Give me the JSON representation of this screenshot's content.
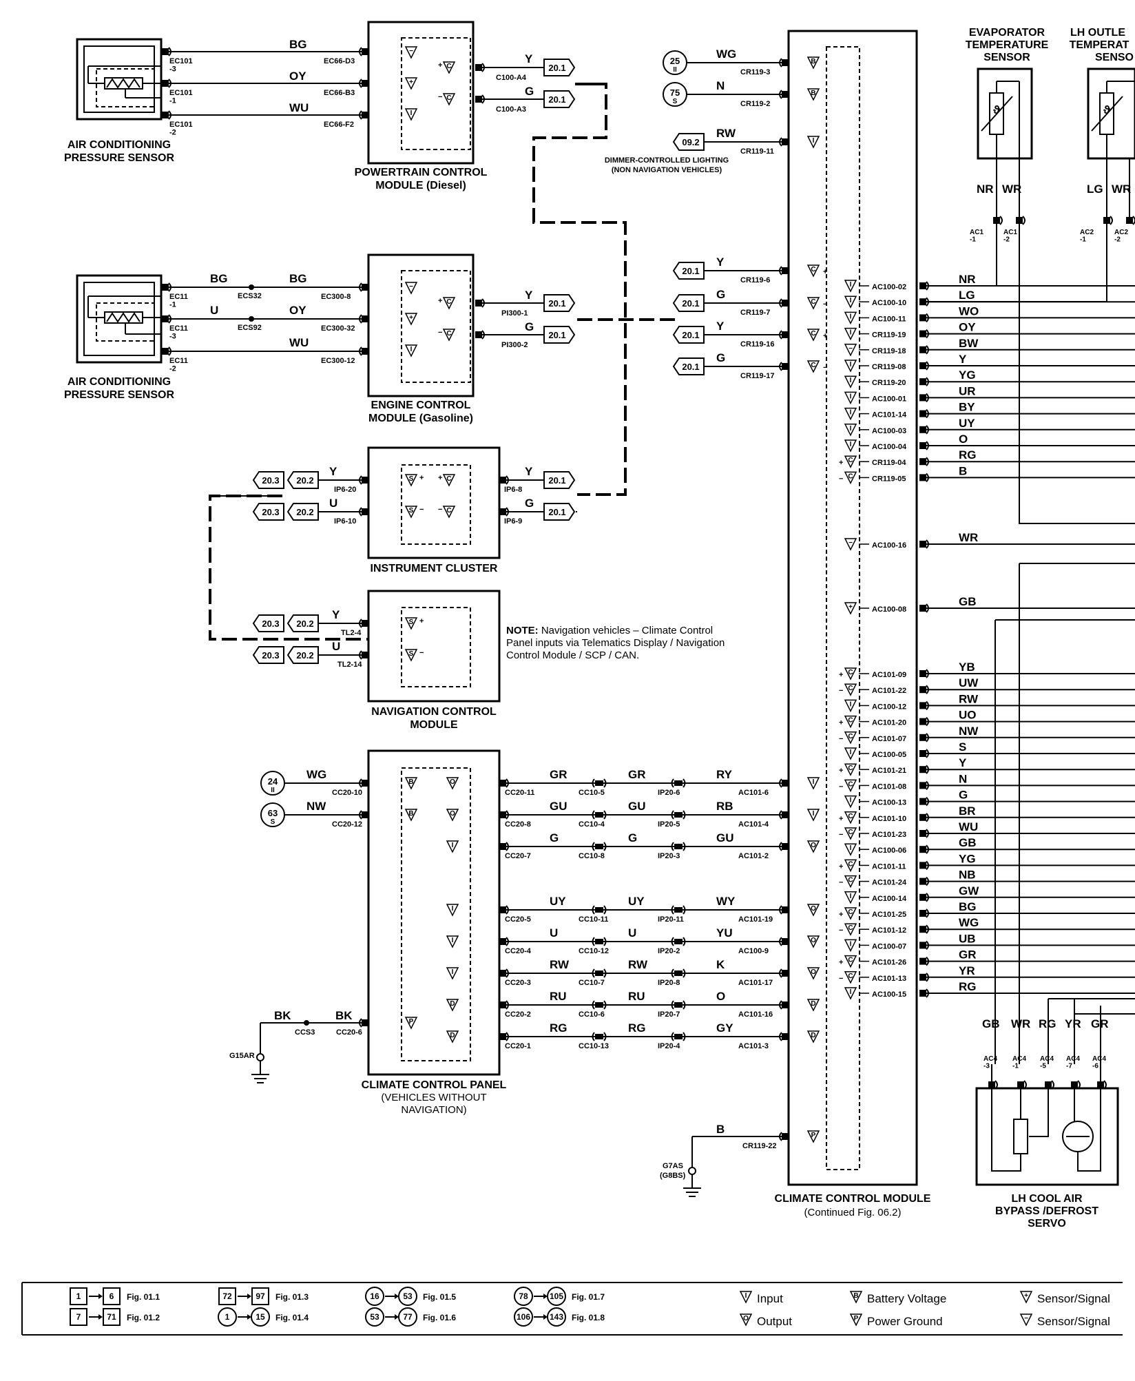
{
  "modules": {
    "ac_sensor_1": {
      "title": "AIR CONDITIONING",
      "title2": "PRESSURE SENSOR",
      "pins": [
        "EC101\n-3",
        "EC101\n-1",
        "EC101\n-2"
      ]
    },
    "ac_sensor_2": {
      "title": "AIR CONDITIONING",
      "title2": "PRESSURE SENSOR",
      "pins": [
        "EC11\n-1",
        "EC11\n-3",
        "EC11\n-2"
      ]
    },
    "pcm": {
      "title": "POWERTRAIN CONTROL",
      "title2": "MODULE (Diesel)"
    },
    "ecm": {
      "title": "ENGINE CONTROL",
      "title2": "MODULE (Gasoline)"
    },
    "cluster": {
      "title": "INSTRUMENT CLUSTER"
    },
    "nav": {
      "title": "NAVIGATION CONTROL",
      "title2": "MODULE"
    },
    "ccp": {
      "title": "CLIMATE CONTROL PANEL",
      "title2": "(VEHICLES WITHOUT",
      "title3": "NAVIGATION)"
    },
    "ccm": {
      "title": "CLIMATE CONTROL MODULE",
      "title2": "(Continued Fig. 06.2)"
    },
    "evap": {
      "title": "EVAPORATOR",
      "title2": "TEMPERATURE",
      "title3": "SENSOR"
    },
    "lh_outlet": {
      "title": "LH OUTLE",
      "title2": "TEMPERAT",
      "title3": "SENSO"
    },
    "servo": {
      "title": "LH COOL AIR",
      "title2": "BYPASS /DEFROST",
      "title3": "SERVO"
    }
  },
  "note": {
    "bold": "NOTE:",
    "line1": " Navigation vehicles – Climate Control",
    "line2": "Panel inputs via Telematics Display / Navigation",
    "line3": "Control Module / SCP / CAN."
  },
  "dimmer_note": {
    "line1": "DIMMER-CONTROLLED LIGHTING",
    "line2": "(NON NAVIGATION VEHICLES)"
  },
  "ccm_right_pins": [
    {
      "pin": "AC100-02",
      "wire": "NR"
    },
    {
      "pin": "AC100-10",
      "wire": "LG"
    },
    {
      "pin": "AC100-11",
      "wire": "WO"
    },
    {
      "pin": "CR119-19",
      "wire": "OY"
    },
    {
      "pin": "CR119-18",
      "wire": "BW"
    },
    {
      "pin": "CR119-08",
      "wire": "Y"
    },
    {
      "pin": "CR119-20",
      "wire": "YG"
    },
    {
      "pin": "AC100-01",
      "wire": "UR"
    },
    {
      "pin": "AC101-14",
      "wire": "BY"
    },
    {
      "pin": "AC100-03",
      "wire": "UY"
    },
    {
      "pin": "AC100-04",
      "wire": "O"
    },
    {
      "pin": "CR119-04",
      "wire": "RG"
    },
    {
      "pin": "CR119-05",
      "wire": "B"
    },
    {
      "pin": "AC100-16",
      "wire": "WR"
    },
    {
      "pin": "AC100-08",
      "wire": "GB"
    },
    {
      "pin": "AC101-09",
      "wire": "YB"
    },
    {
      "pin": "AC101-22",
      "wire": "UW"
    },
    {
      "pin": "AC100-12",
      "wire": "RW"
    },
    {
      "pin": "AC101-20",
      "wire": "UO"
    },
    {
      "pin": "AC101-07",
      "wire": "NW"
    },
    {
      "pin": "AC100-05",
      "wire": "S"
    },
    {
      "pin": "AC101-21",
      "wire": "Y"
    },
    {
      "pin": "AC101-08",
      "wire": "N"
    },
    {
      "pin": "AC100-13",
      "wire": "G"
    },
    {
      "pin": "AC101-10",
      "wire": "BR"
    },
    {
      "pin": "AC101-23",
      "wire": "WU"
    },
    {
      "pin": "AC100-06",
      "wire": "GB"
    },
    {
      "pin": "AC101-11",
      "wire": "YG"
    },
    {
      "pin": "AC101-24",
      "wire": "NB"
    },
    {
      "pin": "AC100-14",
      "wire": "GW"
    },
    {
      "pin": "AC101-25",
      "wire": "BG"
    },
    {
      "pin": "AC101-12",
      "wire": "WG"
    },
    {
      "pin": "AC100-07",
      "wire": "UB"
    },
    {
      "pin": "AC101-26",
      "wire": "GR"
    },
    {
      "pin": "AC101-13",
      "wire": "YR"
    },
    {
      "pin": "AC100-15",
      "wire": "RG"
    }
  ],
  "ccm_left_pins": [
    {
      "pin": "CR119-3",
      "wire": "WG",
      "ref": "25",
      "refsub": "II"
    },
    {
      "pin": "CR119-2",
      "wire": "N",
      "ref": "75",
      "refsub": "S"
    },
    {
      "pin": "CR119-11",
      "wire": "RW",
      "ref": "09.2"
    },
    {
      "pin": "CR119-6",
      "wire": "Y",
      "ref": "20.1"
    },
    {
      "pin": "CR119-7",
      "wire": "G",
      "ref": "20.1"
    },
    {
      "pin": "CR119-16",
      "wire": "Y",
      "ref": "20.1"
    },
    {
      "pin": "CR119-17",
      "wire": "G",
      "ref": "20.1"
    },
    {
      "pin": "CR119-22",
      "wire": "B"
    }
  ],
  "ccp_rows": [
    {
      "p1": "CC20-11",
      "w1": "GR",
      "p2": "CC10-5",
      "w2": "GR",
      "p3": "IP20-6",
      "w3": "RY",
      "p4": "AC101-6"
    },
    {
      "p1": "CC20-8",
      "w1": "GU",
      "p2": "CC10-4",
      "w2": "GU",
      "p3": "IP20-5",
      "w3": "RB",
      "p4": "AC101-4"
    },
    {
      "p1": "CC20-7",
      "w1": "G",
      "p2": "CC10-8",
      "w2": "G",
      "p3": "IP20-3",
      "w3": "GU",
      "p4": "AC101-2"
    },
    {
      "p1": "CC20-5",
      "w1": "UY",
      "p2": "CC10-11",
      "w2": "UY",
      "p3": "IP20-11",
      "w3": "WY",
      "p4": "AC101-19"
    },
    {
      "p1": "CC20-4",
      "w1": "U",
      "p2": "CC10-12",
      "w2": "U",
      "p3": "IP20-2",
      "w3": "YU",
      "p4": "AC100-9"
    },
    {
      "p1": "CC20-3",
      "w1": "RW",
      "p2": "CC10-7",
      "w2": "RW",
      "p3": "IP20-8",
      "w3": "K",
      "p4": "AC101-17"
    },
    {
      "p1": "CC20-2",
      "w1": "RU",
      "p2": "CC10-6",
      "w2": "RU",
      "p3": "IP20-7",
      "w3": "O",
      "p4": "AC101-16"
    },
    {
      "p1": "CC20-1",
      "w1": "RG",
      "p2": "CC10-13",
      "w2": "RG",
      "p3": "IP20-4",
      "w3": "GY",
      "p4": "AC101-3"
    }
  ],
  "ccp_left": [
    {
      "ref": "24",
      "refsub": "II",
      "wire": "WG",
      "pin": "CC20-10"
    },
    {
      "ref": "63",
      "refsub": "S",
      "wire": "NW",
      "pin": "CC20-12"
    }
  ],
  "ccp_ground": {
    "w1": "BK",
    "splice": "CCS3",
    "w2": "BK",
    "pin": "CC20-6",
    "gnd": "G15AR"
  },
  "ccm_ground": {
    "gnd1": "G7AS",
    "gnd2": "(G8BS)"
  },
  "pcm_wires": {
    "w1": "BG",
    "w2": "OY",
    "w3": "WU",
    "p1": "EC66-D3",
    "p2": "EC66-B3",
    "p3": "EC66-F2",
    "o1": "Y",
    "o2": "G",
    "op1": "C100-A4",
    "op2": "C100-A3",
    "ref": "20.1"
  },
  "ecm_wires": {
    "w1a": "BG",
    "s1": "ECS32",
    "w1b": "BG",
    "w2a": "U",
    "s2": "ECS92",
    "w2b": "OY",
    "w3": "WU",
    "p1": "EC300-8",
    "p2": "EC300-32",
    "p3": "EC300-12",
    "o1": "Y",
    "o2": "G",
    "op1": "PI300-1",
    "op2": "PI300-2",
    "ref": "20.1"
  },
  "cluster_wires": {
    "w1": "Y",
    "w2": "U",
    "p1": "IP6-20",
    "p2": "IP6-10",
    "o1": "Y",
    "o2": "G",
    "op1": "IP6-8",
    "op2": "IP6-9",
    "refA": "20.3",
    "refB": "20.2",
    "ref": "20.1"
  },
  "nav_wires": {
    "w1": "Y",
    "w2": "U",
    "p1": "TL2-4",
    "p2": "TL2-14",
    "refA": "20.3",
    "refB": "20.2"
  },
  "evap_wires": {
    "w1": "NR",
    "w2": "WR",
    "p1": "AC1\n-1",
    "p2": "AC1\n-2"
  },
  "lh_wires": {
    "w1": "LG",
    "w2": "WR",
    "p1": "AC2\n-1",
    "p2": "AC2\n-2"
  },
  "servo_wires": [
    {
      "w": "GB",
      "p": "AC4\n-3"
    },
    {
      "w": "WR",
      "p": "AC4\n-1"
    },
    {
      "w": "RG",
      "p": "AC4\n-5"
    },
    {
      "w": "YR",
      "p": "AC4\n-7"
    },
    {
      "w": "GR",
      "p": "AC4\n-6"
    }
  ],
  "legend": {
    "refs": [
      {
        "a": "1",
        "b": "6",
        "fig": "Fig. 01.1"
      },
      {
        "a": "7",
        "b": "71",
        "fig": "Fig. 01.2"
      },
      {
        "a": "72",
        "b": "97",
        "fig": "Fig. 01.3"
      },
      {
        "a": "1",
        "b": "15",
        "fig": "Fig. 01.4"
      },
      {
        "a": "16",
        "b": "53",
        "fig": "Fig. 01.5"
      },
      {
        "a": "53",
        "b": "77",
        "fig": "Fig. 01.6"
      },
      {
        "a": "78",
        "b": "105",
        "fig": "Fig. 01.7"
      },
      {
        "a": "106",
        "b": "143",
        "fig": "Fig. 01.8"
      }
    ],
    "symbols": [
      {
        "sym": "I",
        "label": "Input"
      },
      {
        "sym": "O",
        "label": "Output"
      },
      {
        "sym": "B",
        "label": "Battery Voltage"
      },
      {
        "sym": "P",
        "label": "Power Ground"
      },
      {
        "sym": "+",
        "label": "Sensor/Signal"
      },
      {
        "sym": "−",
        "label": "Sensor/Signal"
      }
    ]
  }
}
